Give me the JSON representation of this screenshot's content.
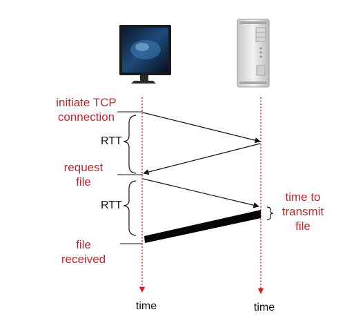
{
  "colors": {
    "red": "#c0272d",
    "arrow": "#111111",
    "timeline": "#d01c1c"
  },
  "icons": {
    "client": "desktop-computer-icon",
    "server": "server-tower-icon"
  },
  "labels": {
    "initiate_line1": "initiate TCP",
    "initiate_line2": "connection",
    "request_line1": "request",
    "request_line2": "file",
    "received_line1": "file",
    "received_line2": "received",
    "transmit_line1": "time to",
    "transmit_line2": "transmit",
    "transmit_line3": "file",
    "rtt_1": "RTT",
    "rtt_2": "RTT",
    "time_client": "time",
    "time_server": "time"
  }
}
